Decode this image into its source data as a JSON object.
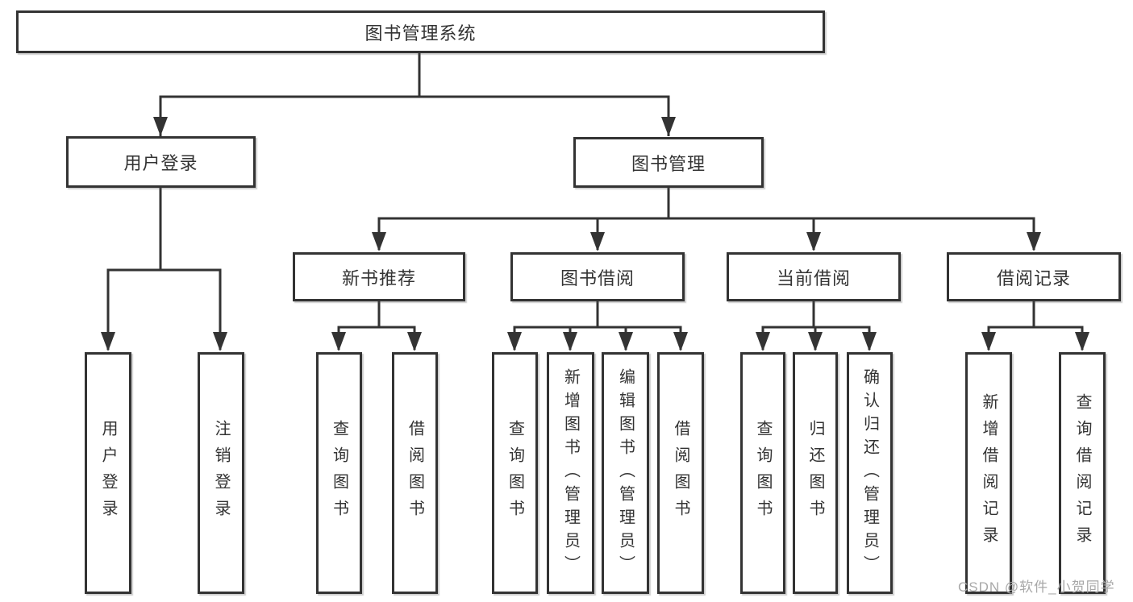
{
  "title": "图书管理系统",
  "watermark": "CSDN @软件_小贺同学",
  "colors": {
    "line": "#333333",
    "box_border": "#333333",
    "box_fill": "#ffffff",
    "text": "#333333",
    "watermark_text": "#a8a8a8"
  },
  "tree": {
    "label": "图书管理系统",
    "children": [
      {
        "label": "用户登录",
        "children": [
          {
            "label": "用户登录"
          },
          {
            "label": "注销登录"
          }
        ]
      },
      {
        "label": "图书管理",
        "children": [
          {
            "label": "新书推荐",
            "children": [
              {
                "label": "查询图书"
              },
              {
                "label": "借阅图书"
              }
            ]
          },
          {
            "label": "图书借阅",
            "children": [
              {
                "label": "查询图书"
              },
              {
                "label": "新增图书（管理员）"
              },
              {
                "label": "编辑图书（管理员）"
              },
              {
                "label": "借阅图书"
              }
            ]
          },
          {
            "label": "当前借阅",
            "children": [
              {
                "label": "查询图书"
              },
              {
                "label": "归还图书"
              },
              {
                "label": "确认归还（管理员）"
              }
            ]
          },
          {
            "label": "借阅记录",
            "children": [
              {
                "label": "新增借阅记录"
              },
              {
                "label": "查询借阅记录"
              }
            ]
          }
        ]
      }
    ]
  }
}
